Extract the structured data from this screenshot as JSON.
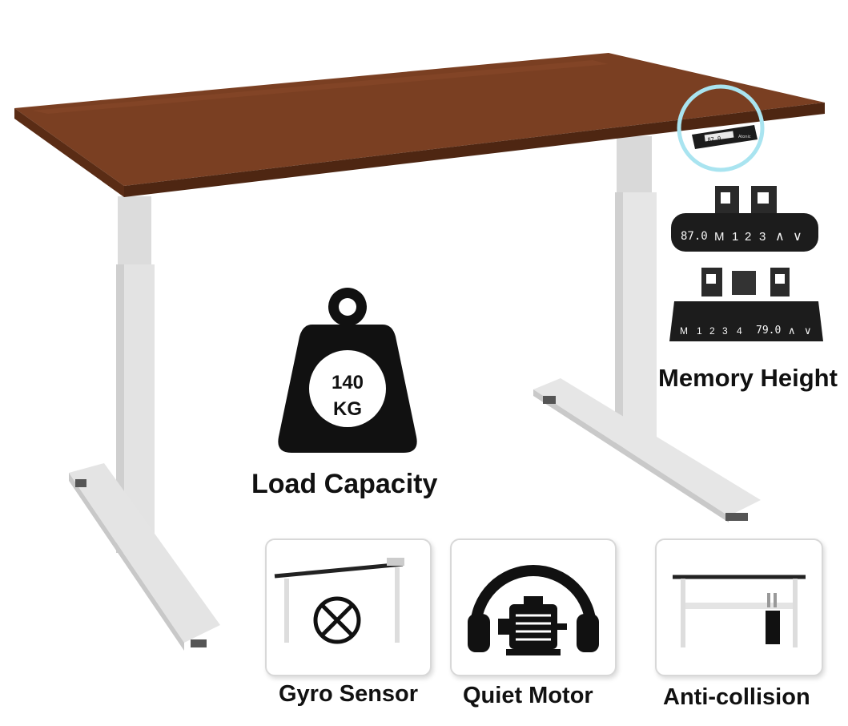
{
  "load": {
    "value": "140",
    "unit": "KG",
    "label": "Load Capacity"
  },
  "memory": {
    "label": "Memory Height",
    "panel_top": {
      "display": "87.0",
      "buttons": [
        "M",
        "1",
        "2",
        "3",
        "∧",
        "∨"
      ]
    },
    "panel_bottom": {
      "buttons": [
        "M",
        "1",
        "2",
        "3",
        "4"
      ],
      "display": "79.0",
      "arrows": [
        "∧",
        "∨"
      ]
    },
    "panel_small": {
      "display": "87.0",
      "brand": "Atonic"
    }
  },
  "features": [
    {
      "label": "Gyro Sensor",
      "icon": "gyro-sensor-icon"
    },
    {
      "label": "Quiet Motor",
      "icon": "quiet-motor-icon"
    },
    {
      "label": "Anti-collision",
      "icon": "anti-collision-icon"
    }
  ],
  "colors": {
    "desktop": "#7a3f22",
    "desktop_edge": "#4e2612",
    "frame": "#e2e2e2",
    "highlight_ring": "#a9e4f0",
    "panel": "#1c1c1c"
  }
}
